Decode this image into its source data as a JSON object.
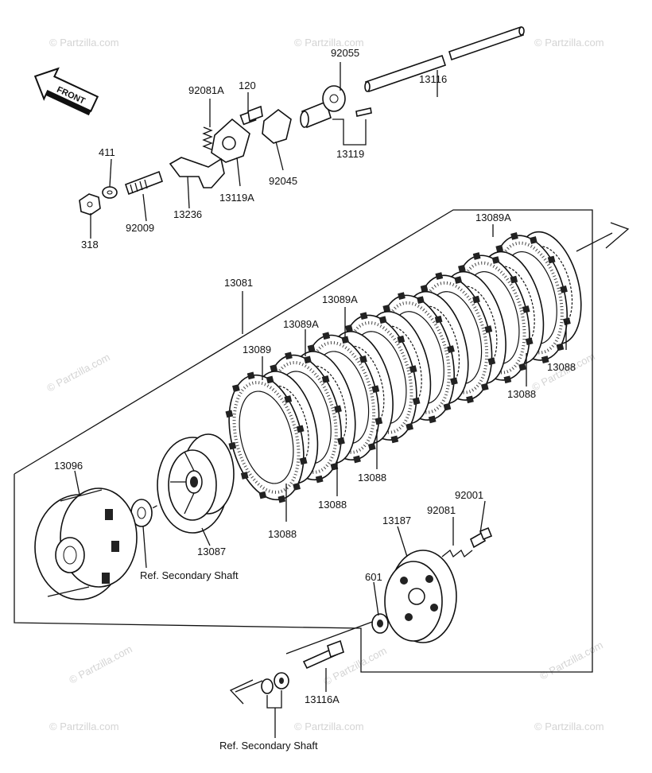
{
  "watermark": "© Partzilla.com",
  "direction_marker": "FRONT",
  "labels": {
    "p92055": "92055",
    "p13116": "13116",
    "p92081A": "92081A",
    "p120": "120",
    "p13119": "13119",
    "p92045": "92045",
    "p411": "411",
    "p92009": "92009",
    "p13236": "13236",
    "p13119A": "13119A",
    "p318": "318",
    "p13081": "13081",
    "p13089A_top": "13089A",
    "p13089A_mid": "13089A",
    "p13089A_low": "13089A",
    "p13089": "13089",
    "p13088_a": "13088",
    "p13088_b": "13088",
    "p13088_c": "13088",
    "p13088_d": "13088",
    "p13088_e": "13088",
    "p13096": "13096",
    "p13087": "13087",
    "ref_secondary_1": "Ref. Secondary Shaft",
    "p92001": "92001",
    "p92081": "92081",
    "p13187": "13187",
    "p601": "601",
    "p13116A": "13116A",
    "ref_secondary_2": "Ref. Secondary Shaft"
  }
}
